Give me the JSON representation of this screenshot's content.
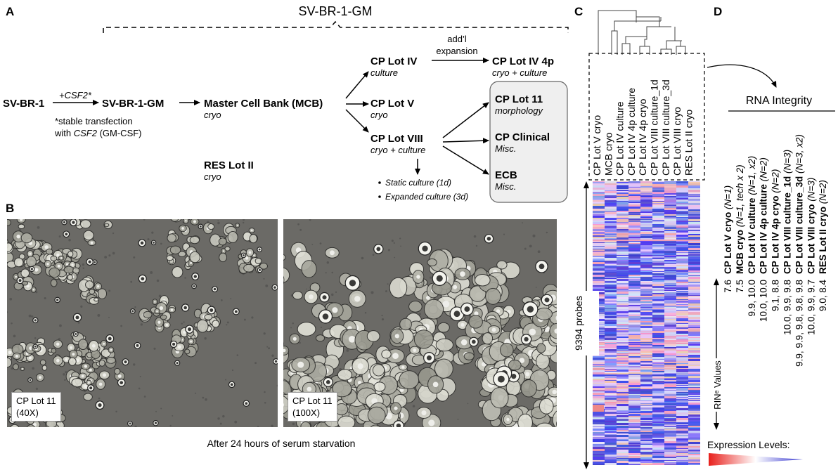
{
  "panels": {
    "a": "A",
    "b": "B",
    "c": "C",
    "d": "D"
  },
  "panel_a": {
    "bracket_title": "SV-BR-1-GM",
    "sv_br_1": "SV-BR-1",
    "csf2_arrow_label": "+CSF2*",
    "sv_br_1_gm": "SV-BR-1-GM",
    "transfection_note_line1": "*stable transfection",
    "transfection_note_line2_pre": "with ",
    "transfection_note_line2_gene": "CSF2",
    "transfection_note_line2_post": " (GM-CSF)",
    "mcb_title": "Master Cell Bank (MCB)",
    "mcb_sub": "cryo",
    "res_title": "RES Lot II",
    "res_sub": "cryo",
    "cp_lot_iv_title": "CP Lot IV",
    "cp_lot_iv_sub": "culture",
    "addl_line1": "add’l",
    "addl_line2": "expansion",
    "cp_lot_iv4p_title": "CP Lot IV 4p",
    "cp_lot_iv4p_sub": "cryo + culture",
    "cp_lot_v_title": "CP Lot V",
    "cp_lot_v_sub": "cryo",
    "cp_lot_viii_title": "CP Lot VIII",
    "cp_lot_viii_sub": "cryo + culture",
    "bullet1": "Static culture (1d)",
    "bullet2": "Expanded culture (3d)",
    "cp_lot11_title": "CP Lot 11",
    "cp_lot11_sub": "morphology",
    "cp_clinical_title": "CP Clinical",
    "cp_clinical_sub": "Misc.",
    "ecb_title": "ECB",
    "ecb_sub": "Misc."
  },
  "panel_b": {
    "photo1_label_line1": "CP Lot 11",
    "photo1_label_line2": "(40X)",
    "photo2_label_line1": "CP Lot 11",
    "photo2_label_line2": "(100X)",
    "caption": "After 24 hours of serum starvation"
  },
  "panel_c": {
    "samples": [
      "CP Lot V cryo",
      "MCB cryo",
      "CP Lot IV culture",
      "CP Lot IV 4p culture",
      "CP Lot IV 4p cryo",
      "CP Lot VIII culture_1d",
      "CP Lot VIII culture_3d",
      "CP Lot VIII cryo",
      "RES Lot II cryo"
    ],
    "probes_label": "9394 probes",
    "colors": {
      "high": "#e8201c",
      "mid": "#ffffff",
      "low": "#3a3ad0"
    }
  },
  "panel_d": {
    "rna_title": "RNA Integrity",
    "rin_axis_label": "RINᵉ Values",
    "expression_label": "Expression Levels:",
    "rows": [
      {
        "rin": "7.6",
        "name": "CP Lot V cryo",
        "note": " (N=1)"
      },
      {
        "rin": "7.5",
        "name": "MCB cryo",
        "note": " (N=1, tech x 2)"
      },
      {
        "rin": "9.9, 10.0",
        "name": "CP Lot IV culture",
        "note": " (N=1, x2)"
      },
      {
        "rin": "10.0, 10.0",
        "name": "CP Lot IV 4p culture",
        "note": " (N=2)"
      },
      {
        "rin": "9.1, 8.8",
        "name": "CP Lot IV 4p cryo",
        "note": " (N=2)"
      },
      {
        "rin": "10.0, 9.9, 9.8",
        "name": "CP Lot VIII culture_1d",
        "note": " (N=3)"
      },
      {
        "rin": "9.9, 9.9, 9.8, 9.8, 9.8",
        "name": "CP Lot VIII culture_3d",
        "note": " (N=3, x2)"
      },
      {
        "rin": "10.0, 9.9, 9.7",
        "name": "CP Lot VIII cryo",
        "note": " (N=3)"
      },
      {
        "rin": "9.0, 8.4",
        "name": "RES Lot II cryo",
        "note": " (N=2)"
      }
    ]
  }
}
